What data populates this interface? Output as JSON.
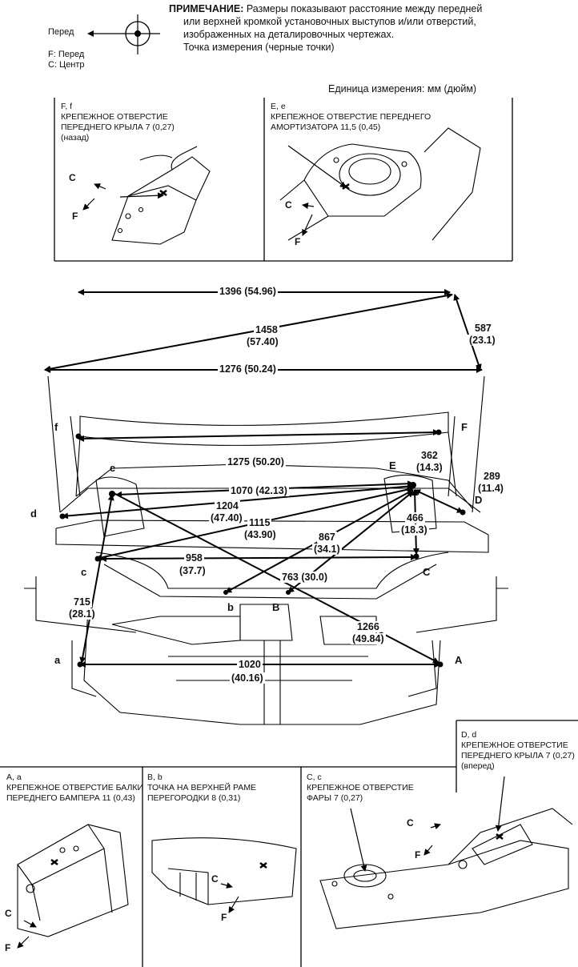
{
  "note": {
    "heading": "ПРИМЕЧАНИЕ:",
    "line1": "Размеры показывают расстояние между передней",
    "line2": "или верхней кромкой установочных выступов и/или отверстий,",
    "line3": "изображенных на деталировочных чертежах.",
    "line4": "Точка измерения (черные точки)"
  },
  "legend": {
    "front_arrow_label": "Перед",
    "f_label": "F: Перед",
    "c_label": "C: Центр"
  },
  "unit": "Единица измерения: мм (дюйм)",
  "detail_f": {
    "title": "F, f",
    "line1": "КРЕПЕЖНОЕ ОТВЕРСТИЕ",
    "line2": "ПЕРЕДНЕГО КРЫЛА 7 (0,27)",
    "line3": "(назад)"
  },
  "detail_e": {
    "title": "E, e",
    "line1": "КРЕПЕЖНОЕ ОТВЕРСТИЕ ПЕРЕДНЕГО",
    "line2": "АМОРТИЗАТОРА 11,5 (0,45)"
  },
  "detail_a": {
    "title": "A, a",
    "line1": "КРЕПЕЖНОЕ ОТВЕРСТИЕ БАЛКИ",
    "line2": "ПЕРЕДНЕГО БАМПЕРА 11 (0,43)"
  },
  "detail_b": {
    "title": "B, b",
    "line1": "ТОЧКА НА ВЕРХНЕЙ РАМЕ",
    "line2": "ПЕРЕГОРОДКИ 8 (0,31)"
  },
  "detail_c": {
    "title": "C, c",
    "line1": "КРЕПЕЖНОЕ ОТВЕРСТИЕ",
    "line2": "ФАРЫ 7 (0,27)"
  },
  "detail_d": {
    "title": "D, d",
    "line1": "КРЕПЕЖНОЕ ОТВЕРСТИЕ",
    "line2": "ПЕРЕДНЕГО КРЫЛА 7 (0,27)",
    "line3": "(вперед)"
  },
  "dims": {
    "d1396": "1396 (54.96)",
    "d1458a": "1458",
    "d1458b": "(57.40)",
    "d587a": "587",
    "d587b": "(23.1)",
    "d1276": "1276 (50.24)",
    "d1275": "1275 (50.20)",
    "d362a": "362",
    "d362b": "(14.3)",
    "d289a": "289",
    "d289b": "(11.4)",
    "d1070": "1070 (42.13)",
    "d1204a": "1204",
    "d1204b": "(47.40)",
    "d1115a": "1115",
    "d1115b": "(43.90)",
    "d867a": "867",
    "d867b": "(34.1)",
    "d466a": "466",
    "d466b": "(18.3)",
    "d958a": "958",
    "d958b": "(37.7)",
    "d763": "763 (30.0)",
    "d715a": "715",
    "d715b": "(28.1)",
    "d1266a": "1266",
    "d1266b": "(49.84)",
    "d1020a": "1020",
    "d1020b": "(40.16)"
  },
  "points": {
    "f_small": "f",
    "F_big": "F",
    "e_small": "e",
    "E_big": "E",
    "d_small": "d",
    "D_big": "D",
    "c_small": "c",
    "C_big": "C",
    "b_small": "b",
    "B_big": "B",
    "a_small": "a",
    "A_big": "A"
  },
  "detail_markers": {
    "c": "C",
    "f": "F"
  }
}
